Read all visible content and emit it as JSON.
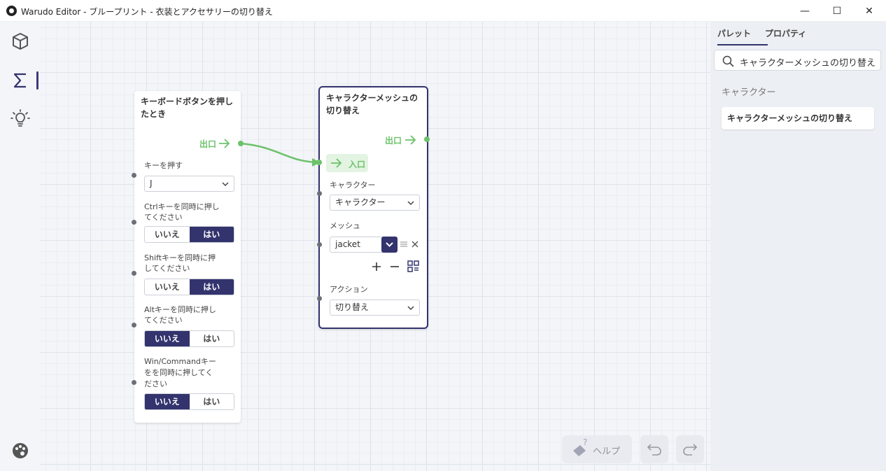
{
  "window": {
    "title": "Warudo Editor - ブループリント - 衣装とアクセサリーの切り替え",
    "minimize_glyph": "—",
    "maximize_glyph": "☐",
    "close_glyph": "✕"
  },
  "rail": {
    "items": [
      {
        "icon": "cube-icon"
      },
      {
        "icon": "sigma-icon",
        "active": true
      },
      {
        "icon": "lightbulb-icon"
      }
    ],
    "bottom": [
      {
        "icon": "palette-icon"
      },
      {
        "icon": "sidebar-toggle-icon"
      }
    ]
  },
  "node_keyboard": {
    "title_line1": "キーボードボタンを押し",
    "title_line2": "たとき",
    "out_label": "出口",
    "key_label": "キーを押す",
    "key_value": "J",
    "ctrl_label_1": "Ctrlキーを同時に押し",
    "ctrl_label_2": "てください",
    "ctrl_no": "いいえ",
    "ctrl_yes": "はい",
    "shift_label_1": "Shiftキーを同時に押",
    "shift_label_2": "してください",
    "shift_no": "いいえ",
    "shift_yes": "はい",
    "alt_label_1": "Altキーを同時に押し",
    "alt_label_2": "てください",
    "alt_no": "いいえ",
    "alt_yes": "はい",
    "win_label_1": "Win/Commandキー",
    "win_label_2": "をを同時に押してく",
    "win_label_3": "ださい",
    "win_no": "いいえ",
    "win_yes": "はい"
  },
  "node_mesh": {
    "title_line1": "キャラクターメッシュの",
    "title_line2": "切り替え",
    "out_label": "出口",
    "in_label": "入口",
    "character_label": "キャラクター",
    "character_value": "キャラクター",
    "mesh_label": "メッシュ",
    "mesh_value": "jacket",
    "action_label": "アクション",
    "action_value": "切り替え"
  },
  "panel": {
    "tab_palette": "パレット",
    "tab_properties": "プロパティ",
    "search_value": "キャラクターメッシュの切り替え",
    "category": "キャラクター",
    "result": "キャラクターメッシュの切り替え"
  },
  "controls": {
    "help_label": "ヘルプ"
  },
  "colors": {
    "accent": "#33336e",
    "flow_green": "#6cc26a"
  }
}
